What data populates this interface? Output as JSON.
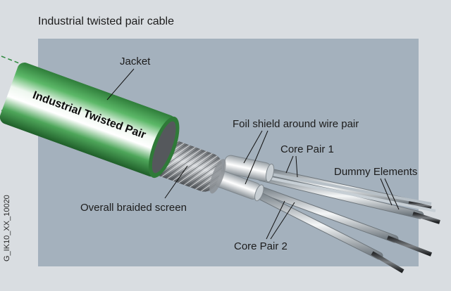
{
  "title": "Industrial twisted pair cable",
  "figure_code": "G_IK10_XX_10020",
  "labels": {
    "jacket": "Jacket",
    "cable_print": "Industrial Twisted Pair",
    "foil_shield": "Foil shield around wire pair",
    "core_pair_1": "Core Pair 1",
    "dummy_elements": "Dummy Elements",
    "braided_screen": "Overall braided screen",
    "core_pair_2": "Core Pair 2"
  },
  "colors": {
    "background": "#d9dde1",
    "panel": "#a4b1bd",
    "jacket_green": "#3c9a4c",
    "label_text": "#1c1c1c"
  }
}
